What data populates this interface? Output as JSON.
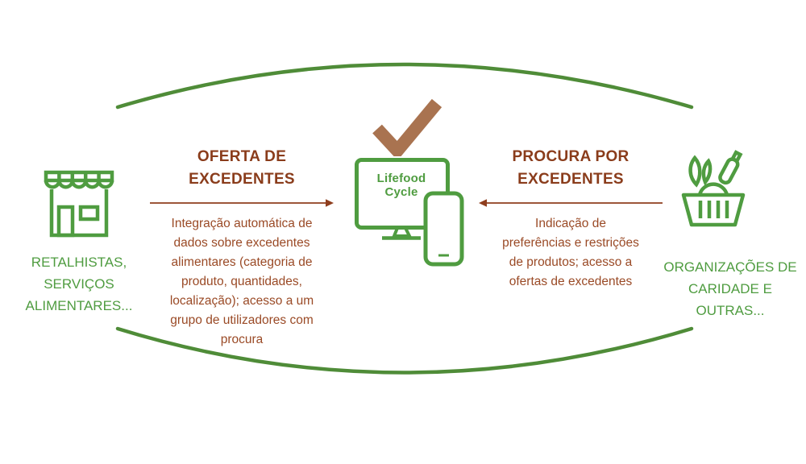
{
  "colors": {
    "green": "#4f9c40",
    "arc_green": "#4f8c38",
    "heading_brown": "#8a3c1b",
    "body_brown": "#9a4a26",
    "check_brown": "#a97350"
  },
  "icons": {
    "left": "storefront-icon",
    "center_top": "checkmark-icon",
    "center": "monitor-icon / phone-icon",
    "right": "grocery-basket-icon"
  },
  "left_group": {
    "label": "RETALHISTAS, SERVIÇOS ALIMENTARES..."
  },
  "offer": {
    "title": "OFERTA DE EXCEDENTES",
    "description": "Integração automática de dados sobre excedentes alimentares (categoria de produto, quantidades, localização); acesso a um grupo de utilizadores com procura"
  },
  "platform": {
    "name_line1": "Lifefood",
    "name_line2": "Cycle"
  },
  "demand": {
    "title": "PROCURA POR EXCEDENTES",
    "description": "Indicação de preferências e restrições de produtos; acesso a ofertas de excedentes"
  },
  "right_group": {
    "label": "ORGANIZAÇÕES DE CARIDADE  E OUTRAS..."
  }
}
